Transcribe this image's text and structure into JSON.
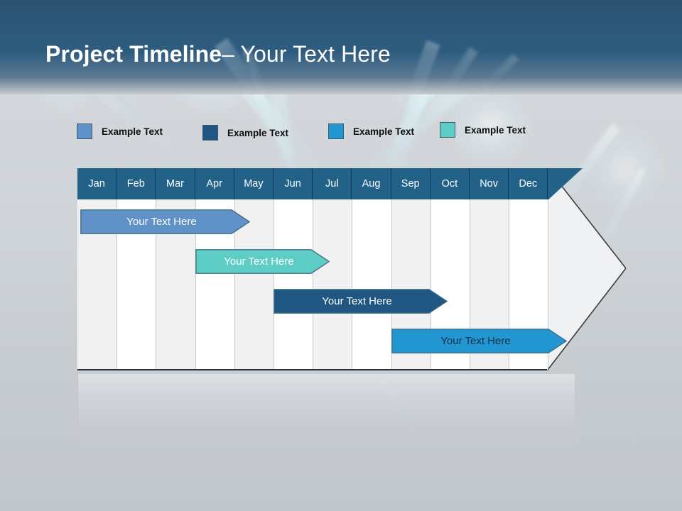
{
  "slide": {
    "title_bold": "Project Timeline",
    "title_light": "– Your Text Here"
  },
  "legend": {
    "items": [
      {
        "label": "Example Text",
        "color": "#6091c8",
        "swatch_name": "legend-swatch-1"
      },
      {
        "label": "Example Text",
        "color": "#1f5682",
        "swatch_name": "legend-swatch-2"
      },
      {
        "label": "Example Text",
        "color": "#2196d0",
        "swatch_name": "legend-swatch-3"
      },
      {
        "label": "Example Text",
        "color": "#5ecdc5",
        "swatch_name": "legend-swatch-4"
      }
    ]
  },
  "chart_data": {
    "type": "bar",
    "title": "Project Timeline – Your Text Here",
    "orientation": "horizontal",
    "categories": [
      "Jan",
      "Feb",
      "Mar",
      "Apr",
      "May",
      "Jun",
      "Jul",
      "Aug",
      "Sep",
      "Oct",
      "Nov",
      "Dec"
    ],
    "xlabel": "",
    "ylabel": "",
    "grid": true,
    "legend_position": "top",
    "tasks": [
      {
        "label": "Your  Text Here",
        "start_month": "Jan",
        "end_month": "Apr",
        "color": "#6091c8",
        "text_color": "#ffffff",
        "row": 1
      },
      {
        "label": "Your  Text Here",
        "start_month": "Apr",
        "end_month": "Jun",
        "color": "#5ecdc5",
        "text_color": "#ffffff",
        "row": 2
      },
      {
        "label": "Your  Text Here",
        "start_month": "Jun",
        "end_month": "Sep",
        "color": "#1f5682",
        "text_color": "#ffffff",
        "row": 3
      },
      {
        "label": "Your  Text Here",
        "start_month": "Sep",
        "end_month": "Dec",
        "color": "#2196d0",
        "text_color": "#14314a",
        "row": 4
      }
    ]
  },
  "colors": {
    "header_band": "#2d5a7d",
    "month_header": "#226188",
    "arrow_head_fill": "#f0f1f2",
    "arrow_outline": "#3a3a3a",
    "grid_stripe": "#f1f1f1",
    "grid_white": "#ffffff",
    "background": "#c8cdd2"
  }
}
